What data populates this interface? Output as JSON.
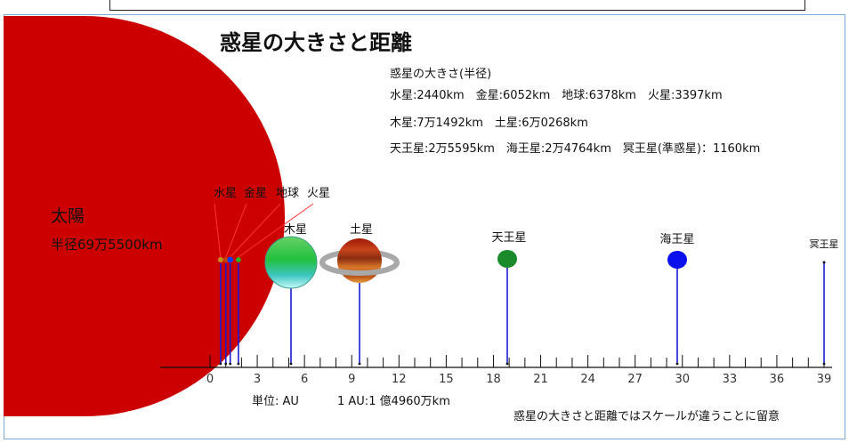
{
  "title": "惑星の大きさと距離",
  "info": {
    "heading": "惑星の大きさ(半径)",
    "line1": "水星:2440km　金星:6052km　地球:6378km　火星:3397km",
    "line2": "木星:7万1492km　土星:6万0268km",
    "line3": "天王星:2万5595km　海王星:2万4764km　冥王星(準惑星)：1160km"
  },
  "sun": {
    "name": "太陽",
    "radius_label": "半径69万5500km",
    "color": "#cc0000"
  },
  "axis": {
    "unit_label": "単位: AU",
    "au_label": "1 AU:1 億4960万km",
    "ticks": [
      "0",
      "3",
      "6",
      "9",
      "12",
      "15",
      "18",
      "21",
      "24",
      "27",
      "30",
      "33",
      "36",
      "39"
    ]
  },
  "note": "惑星の大きさと距離ではスケールが違うことに留意",
  "planets": [
    {
      "name": "水星",
      "distance_au": 0.39,
      "color": "#c8901a"
    },
    {
      "name": "金星",
      "distance_au": 0.72,
      "color": "#c44400"
    },
    {
      "name": "地球",
      "distance_au": 1.0,
      "color": "#0a3dff"
    },
    {
      "name": "火星",
      "distance_au": 1.52,
      "color": "#22bb22"
    },
    {
      "name": "木星",
      "distance_au": 5.2,
      "color": "#22cc22"
    },
    {
      "name": "土星",
      "distance_au": 9.55,
      "color": "#b83a10"
    },
    {
      "name": "天王星",
      "distance_au": 19.2,
      "color": "#1a8a2a"
    },
    {
      "name": "海王星",
      "distance_au": 30.1,
      "color": "#0a10ee"
    },
    {
      "name": "冥王星",
      "distance_au": 39.5,
      "color": "#111111"
    }
  ]
}
